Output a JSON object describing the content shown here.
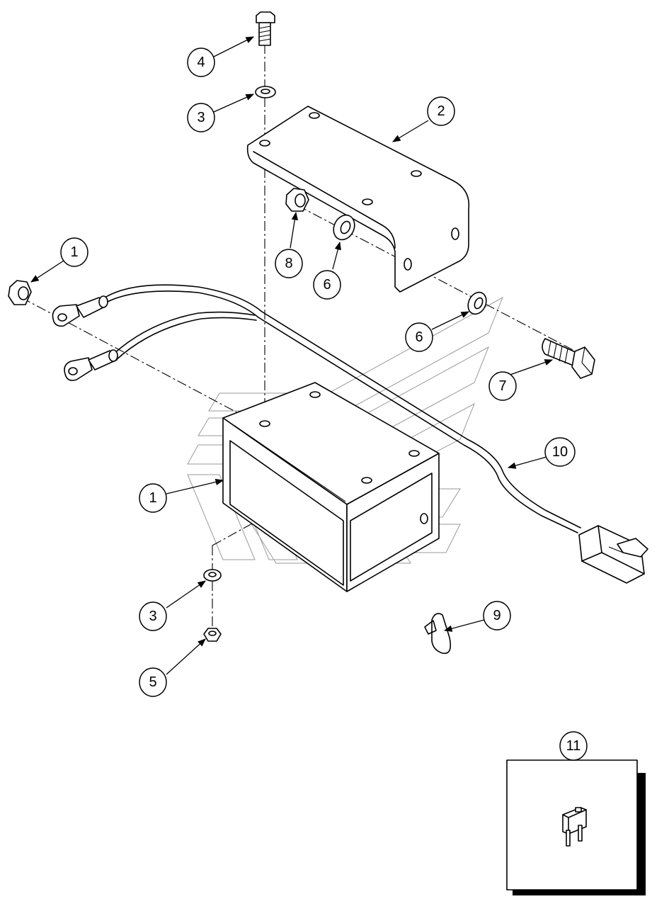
{
  "callouts": [
    {
      "id": "c4",
      "label": "4"
    },
    {
      "id": "c3a",
      "label": "3"
    },
    {
      "id": "c2",
      "label": "2"
    },
    {
      "id": "c1a",
      "label": "1"
    },
    {
      "id": "c8",
      "label": "8"
    },
    {
      "id": "c6a",
      "label": "6"
    },
    {
      "id": "c6b",
      "label": "6"
    },
    {
      "id": "c7",
      "label": "7"
    },
    {
      "id": "c10",
      "label": "10"
    },
    {
      "id": "c1b",
      "label": "1"
    },
    {
      "id": "c3b",
      "label": "3"
    },
    {
      "id": "c5",
      "label": "5"
    },
    {
      "id": "c9",
      "label": "9"
    },
    {
      "id": "c11",
      "label": "11"
    }
  ]
}
